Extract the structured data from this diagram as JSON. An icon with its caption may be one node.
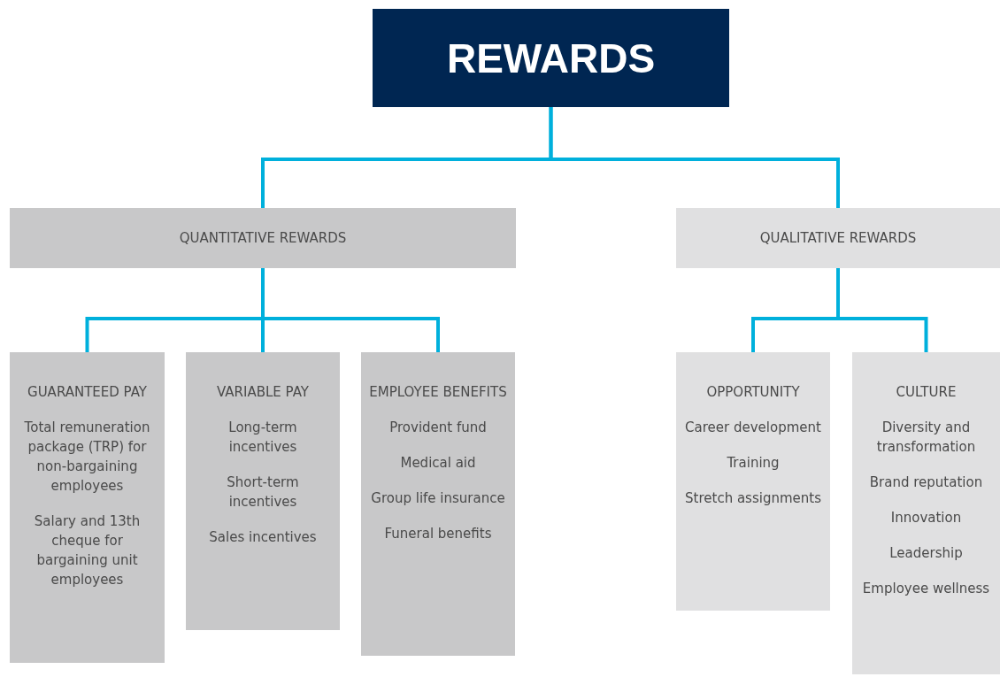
{
  "diagram": {
    "nodes": [
      {
        "text": [
          "REWARDS"
        ]
      },
      {
        "text": [
          "QUANTITATIVE REWARDS"
        ]
      },
      {
        "text": [
          "QUALITATIVE REWARDS"
        ]
      },
      {
        "text": [
          "GUARANTEED PAY",
          "Total remuneration package (TRP) for non-bargaining employees",
          "Salary and 13th cheque for bargaining unit employees"
        ]
      },
      {
        "text": [
          "VARIABLE PAY",
          "Long-term incentives",
          "Short-term incentives",
          "Sales incentives"
        ]
      },
      {
        "text": [
          "EMPLOYEE BENEFITS",
          "Provident fund",
          "Medical aid",
          "Group life insurance",
          "Funeral benefits"
        ]
      },
      {
        "text": [
          "OPPORTUNITY",
          "Career development",
          "Training",
          "Stretch assignments"
        ]
      },
      {
        "text": [
          "CULTURE",
          "Diversity and transformation",
          "Brand reputation",
          "Innovation",
          "Leadership",
          "Employee wellness"
        ]
      }
    ],
    "edges": [
      {
        "from": 0,
        "to": 1,
        "arrow": "none"
      },
      {
        "from": 0,
        "to": 2,
        "arrow": "none"
      },
      {
        "from": 1,
        "to": 3,
        "arrow": "none"
      },
      {
        "from": 1,
        "to": 4,
        "arrow": "none"
      },
      {
        "from": 1,
        "to": 5,
        "arrow": "none"
      },
      {
        "from": 2,
        "to": 6,
        "arrow": "none"
      },
      {
        "from": 2,
        "to": 7,
        "arrow": "none"
      }
    ]
  }
}
